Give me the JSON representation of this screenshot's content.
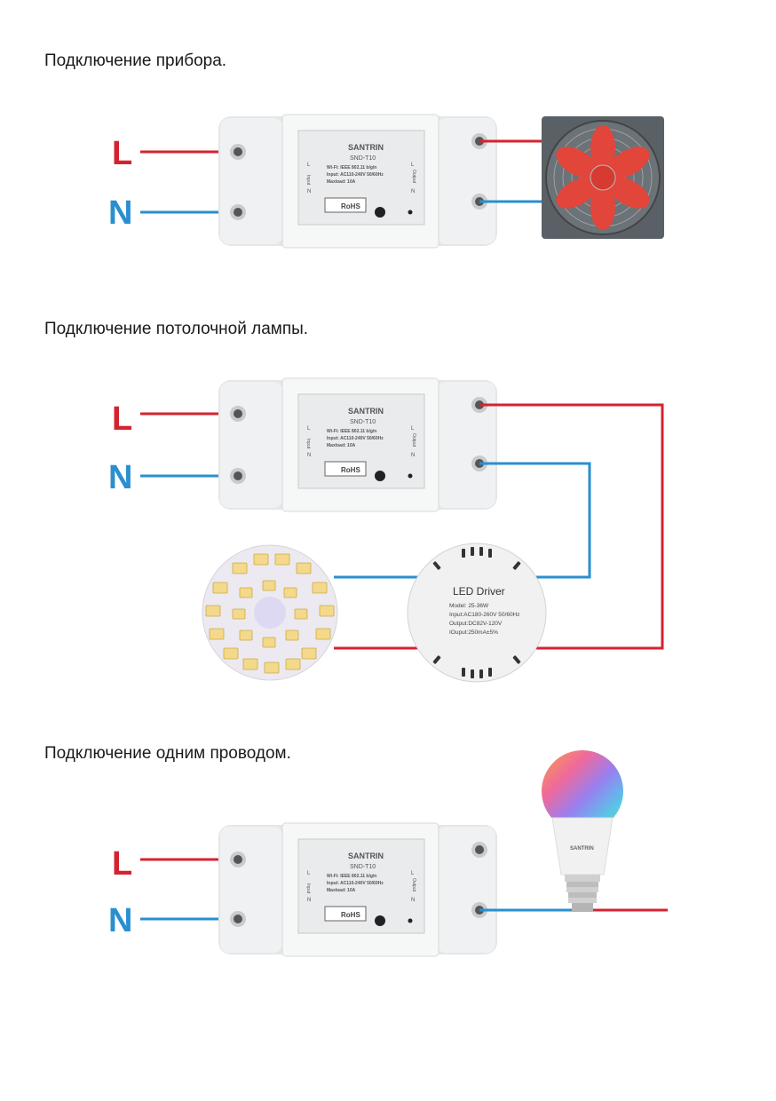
{
  "headings": {
    "device": "Подключение прибора.",
    "ceiling_lamp": "Подключение потолочной лампы.",
    "single_wire": "Подключение одним проводом."
  },
  "terminals": {
    "line": "L",
    "neutral": "N"
  },
  "relay": {
    "brand": "SANTRIN",
    "model": "SND-T10",
    "input_label": "Input",
    "output_label": "Output",
    "wifi_line": "Wi-Fi: IEEE 802.11 b/g/n",
    "input_line": "Input: AC110-240V 50/60Hz",
    "maxload_line": "Maxload: 10A",
    "rohs": "RoHS",
    "port_l": "L",
    "port_n": "N"
  },
  "led_driver": {
    "title": "LED Driver",
    "model": "Model: 25-36W",
    "input": "Input:AC180-260V 50/60Hz",
    "output": "Output:DC82V-120V",
    "iouput": "IOuput:250mA±5%"
  },
  "bulb": {
    "brand": "SANTRIN"
  },
  "colors": {
    "line_wire": "#d42330",
    "neutral_wire": "#2a8fcf",
    "relay_body": "#eceeef"
  }
}
